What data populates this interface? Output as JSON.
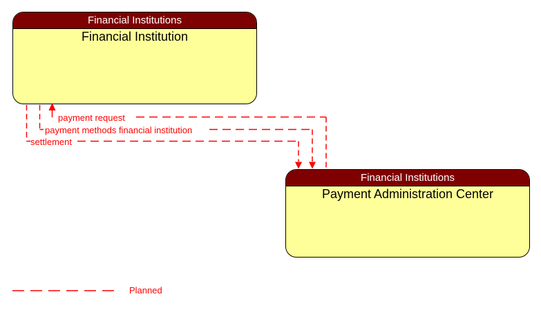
{
  "boxes": [
    {
      "header": "Financial Institutions",
      "title": "Financial Institution"
    },
    {
      "header": "Financial Institutions",
      "title": "Payment Administration Center"
    }
  ],
  "connectors": [
    {
      "label": "payment request",
      "arrow_into": "Financial Institution",
      "status": "planned"
    },
    {
      "label": "payment methods financial institution",
      "arrow_into": "Payment Administration Center",
      "status": "planned"
    },
    {
      "label": "settlement",
      "arrow_into": "Payment Administration Center",
      "status": "planned"
    }
  ],
  "legend": {
    "label": "Planned"
  },
  "colors": {
    "header_bg": "#7F0000",
    "header_text": "#FFFFFF",
    "body_bg": "#FFFF99",
    "body_text": "#000000",
    "connector": "#FF0000",
    "border": "#000000",
    "background": "#FFFFFF"
  }
}
